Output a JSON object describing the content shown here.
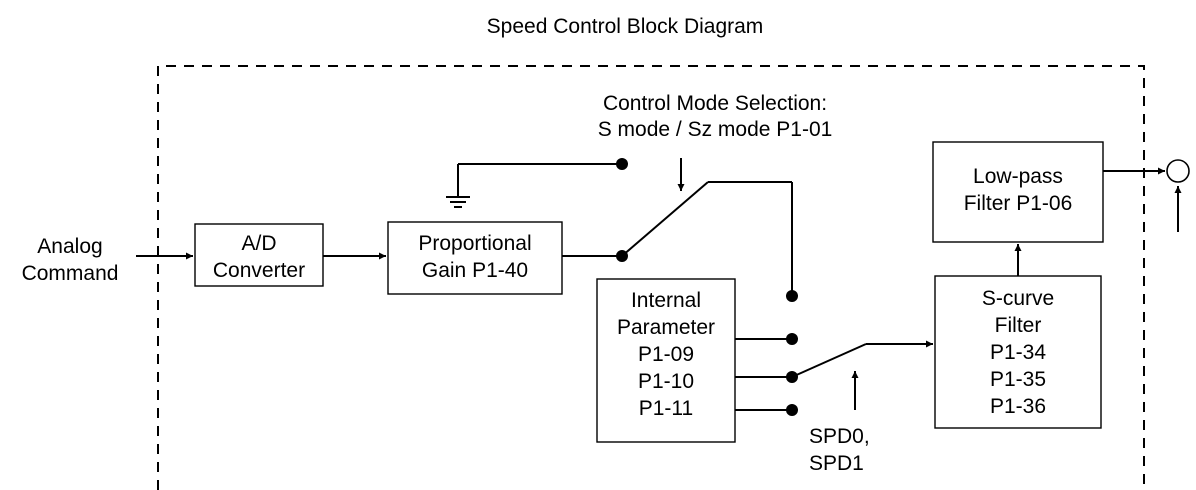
{
  "title": "Speed Control Block Diagram",
  "input": {
    "line1": "Analog",
    "line2": "Command"
  },
  "blocks": {
    "ad": {
      "line1": "A/D",
      "line2": "Converter"
    },
    "gain": {
      "line1": "Proportional",
      "line2": "Gain P1-40"
    },
    "internal": {
      "line1": "Internal",
      "line2": "Parameter",
      "line3": "P1-09",
      "line4": "P1-10",
      "line5": "P1-11"
    },
    "scurve": {
      "line1": "S-curve",
      "line2": "Filter",
      "line3": "P1-34",
      "line4": "P1-35",
      "line5": "P1-36"
    },
    "lowpass": {
      "line1": "Low-pass",
      "line2": "Filter P1-06"
    }
  },
  "mode_selection": {
    "line1": "Control Mode Selection:",
    "line2": "S mode / Sz mode P1-01"
  },
  "spd_select": {
    "line1": "SPD0,",
    "line2": "SPD1"
  }
}
